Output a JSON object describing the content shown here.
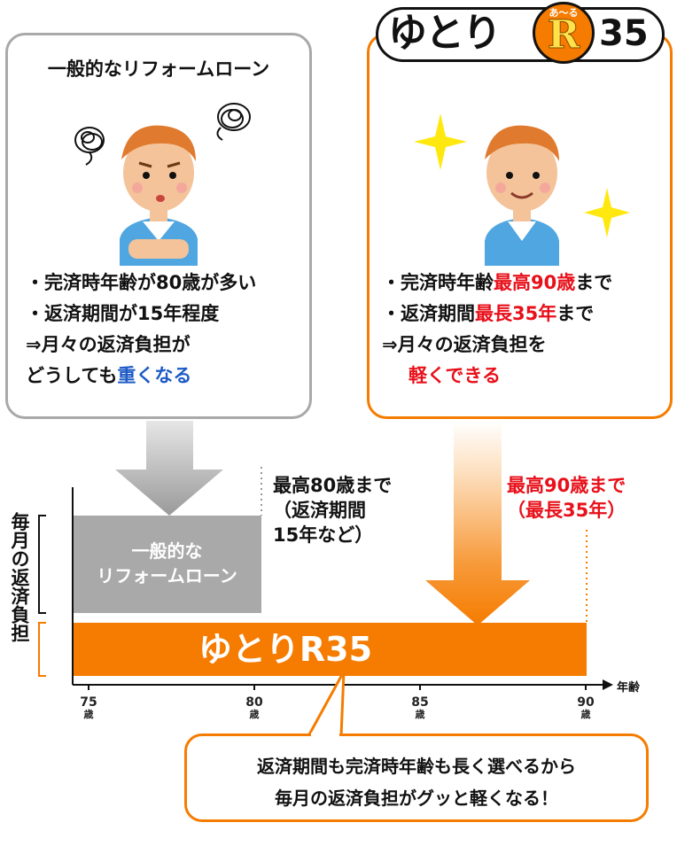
{
  "colors": {
    "orange": "#f57c00",
    "gray": "#a9a9a9",
    "red": "#e8101a",
    "blue": "#1e5bc6"
  },
  "left_panel": {
    "title": "一般的なリフォームローン",
    "bullet1": "・完済時年齢が80歳が多い",
    "bullet2": "・返済期間が15年程度",
    "line3": "⇒月々の返済負担が",
    "line4_plain": "どうしても",
    "line4_emph": "重くなる"
  },
  "right_panel": {
    "logo_main": "ゆとり",
    "logo_r": "R",
    "logo_ruby": "あ～る",
    "logo_num": "35",
    "b1_plain": "・完済時年齢",
    "b1_emph": "最高90歳",
    "b1_tail": "まで",
    "b2_plain": "・返済期間",
    "b2_emph": "最長35年",
    "b2_tail": "まで",
    "line3": "⇒月々の返済負担を",
    "line4_emph": "軽くできる"
  },
  "chart": {
    "ylabel": "毎月の返済負担",
    "xlabel": "年齢",
    "ticks": [
      {
        "value": "75",
        "unit": "歳"
      },
      {
        "value": "80",
        "unit": "歳"
      },
      {
        "value": "85",
        "unit": "歳"
      },
      {
        "value": "90",
        "unit": "歳"
      }
    ],
    "general_label_1": "一般的な",
    "general_label_2": "リフォームローン",
    "yutori_label": "ゆとりR35",
    "general_note_1": "最高80歳まで",
    "general_note_2": "（返済期間",
    "general_note_3": "15年など）",
    "yutori_note_1": "最高90歳まで",
    "yutori_note_2": "（最長35年）"
  },
  "callout": {
    "line1": "返済期間も完済時年齢も長く選べるから",
    "line2": "毎月の返済負担がグッと軽くなる！"
  }
}
